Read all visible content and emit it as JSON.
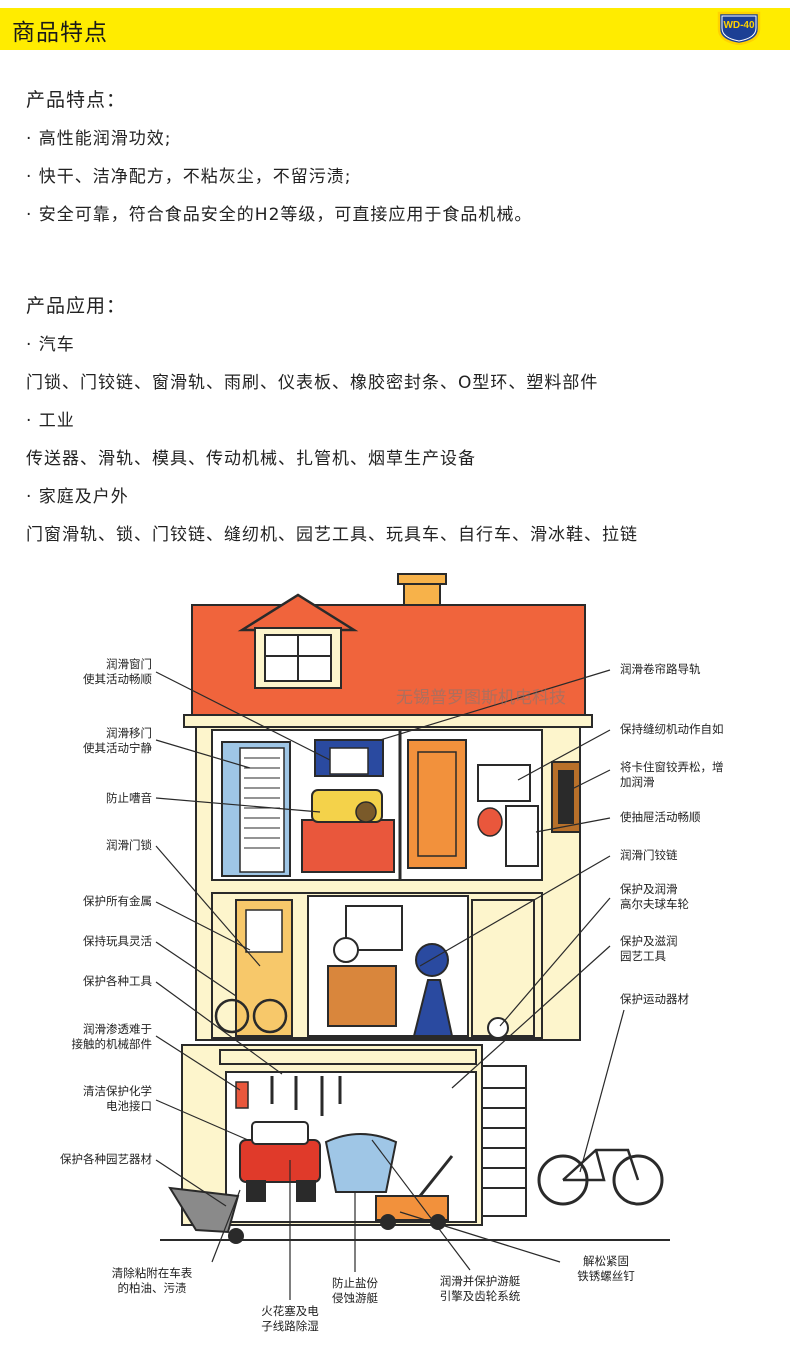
{
  "header": {
    "title": "商品特点",
    "logo_text": "WD-40"
  },
  "features": {
    "title": "产品特点：",
    "items": [
      "· 高性能润滑功效;",
      "· 快干、洁净配方，不粘灰尘，不留污渍;",
      "· 安全可靠，符合食品安全的H2等级，可直接应用于食品机械。"
    ]
  },
  "applications": {
    "title": "产品应用：",
    "groups": [
      {
        "name": "· 汽车",
        "detail": "门锁、门铰链、窗滑轨、雨刷、仪表板、橡胶密封条、O型环、塑料部件"
      },
      {
        "name": "· 工业",
        "detail": "传送器、滑轨、模具、传动机械、扎管机、烟草生产设备"
      },
      {
        "name": "· 家庭及户外",
        "detail": "门窗滑轨、锁、门铰链、缝纫机、园艺工具、玩具车、自行车、滑冰鞋、拉链"
      }
    ]
  },
  "illustration": {
    "watermark": "无锡普罗图斯机电科技",
    "left_labels": [
      "润滑窗门\n使其活动畅顺",
      "润滑移门\n使其活动宁静",
      "防止嘈音",
      "润滑门锁",
      "保护所有金属",
      "保持玩具灵活",
      "保护各种工具",
      "润滑渗透难于\n接触的机械部件",
      "清洁保护化学\n电池接口",
      "保护各种园艺器材"
    ],
    "right_labels": [
      "润滑卷帘路导轨",
      "保持缝纫机动作自如",
      "将卡住窗铰弄松，增\n加润滑",
      "使抽屉活动畅顺",
      "润滑门铰链",
      "保护及润滑\n高尔夫球车轮",
      "保护及滋润\n园艺工具",
      "保护运动器材"
    ],
    "bottom_labels": [
      "清除粘附在车表\n的柏油、污渍",
      "火花塞及电\n子线路除湿",
      "防止盐份\n侵蚀游艇",
      "润滑并保护游艇\n引擎及齿轮系统",
      "解松紧固\n铁锈螺丝钉"
    ]
  },
  "colors": {
    "header_bg": "#ffec00",
    "roof": "#f0643c",
    "wall": "#fdf5cc",
    "outline": "#2a2a2a",
    "logo_blue": "#1c3f94",
    "logo_yellow": "#ffd200"
  }
}
